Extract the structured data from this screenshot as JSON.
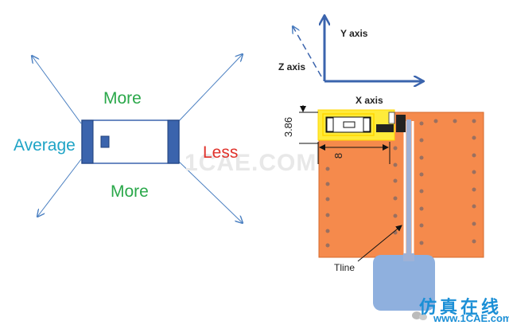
{
  "left_diagram": {
    "top_label": "More",
    "bottom_label": "More",
    "left_label": "Average",
    "right_label": "Less"
  },
  "right_diagram": {
    "y_axis": "Y axis",
    "z_axis": "Z axis",
    "x_axis": "X axis",
    "dim_height": "3.86",
    "dim_width": "8",
    "tline_label": "Tline"
  },
  "watermark": "1CAE.COM",
  "logo": {
    "chinese": "仿真在线",
    "url": "www.1CAE.com"
  },
  "colors": {
    "arrow": "#4a7fc1",
    "board": "#f58a4c",
    "component_body": "#3b64ad",
    "pad_outline": "#ffd700",
    "tline": "#9fb2d6",
    "connector": "#8fb0de"
  }
}
